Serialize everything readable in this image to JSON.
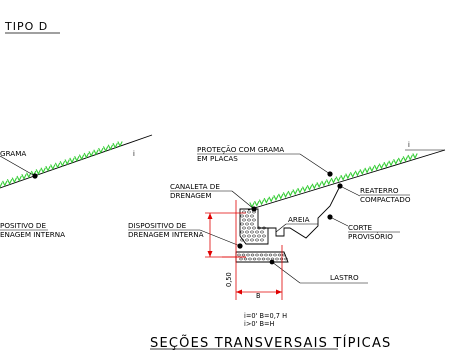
{
  "header": {
    "title": "TIPO D"
  },
  "left_section": {
    "label_grama": "GRAMA",
    "label_dispositivo_line1": "POSITIVO DE",
    "label_dispositivo_line2": "ENAGEM INTERNA",
    "slope_label": "i"
  },
  "right_section": {
    "protecao_line1": "PROTEÇÃO COM GRAMA",
    "protecao_line2": "EM PLACAS",
    "slope_label": "i",
    "canaleta_line1": "CANALETA DE",
    "canaleta_line2": "DRENAGEM",
    "dispositivo_line1": "DISPOSITIVO DE",
    "dispositivo_line2": "DRENAGEM INTERNA",
    "areia": "AREIA",
    "reaterro_line1": "REATERRO",
    "reaterro_line2": "COMPACTADO",
    "corte_line1": "CORTE",
    "corte_line2": "PROVISÓRIO",
    "lastro": "LASTRO",
    "dim_height": "0,50",
    "dim_width": "B",
    "note_line1": "i=0'  B=0,7  H",
    "note_line2": "i>0'  B=H"
  },
  "footer": {
    "caption": "SEÇÕES TRANSVERSAIS TÍPICAS"
  },
  "colors": {
    "grass": "#33cc33",
    "dimension": "#e00000",
    "ink": "#000000"
  }
}
